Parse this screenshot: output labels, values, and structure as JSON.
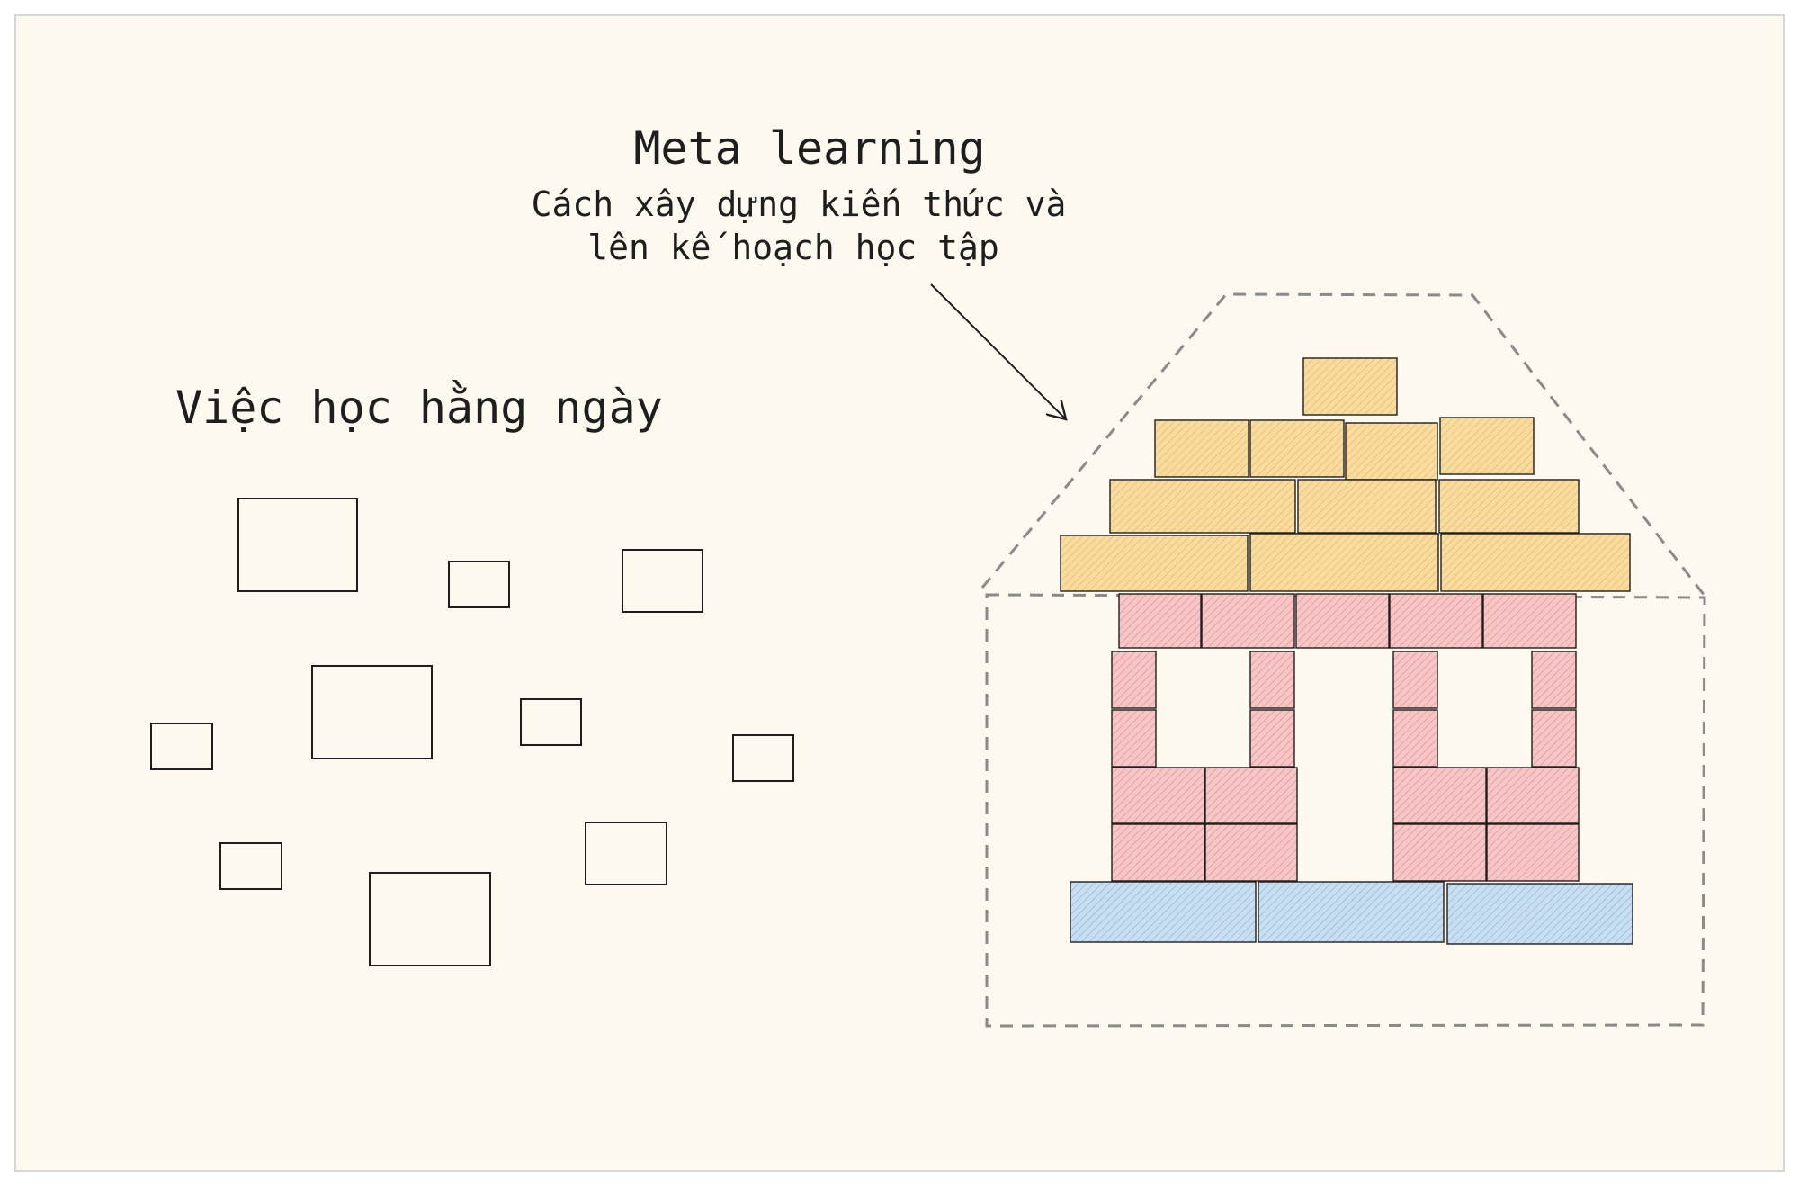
{
  "title": "Meta learning",
  "subtitle_lines": [
    "Cách xây dựng kiến thức và",
    "lên kế hoạch học tập"
  ],
  "left_label": "Việc học hằng ngày",
  "colors": {
    "background": "#fdf9ef",
    "border": "#d6d6d6",
    "stroke": "#1e1e1e",
    "dashed_outline": "#8a8a8a",
    "roof_bricks": "#f8dca0",
    "wall_bricks": "#f7c3c3",
    "foundation_bricks": "#c6dcef"
  },
  "icons": [
    "arrow-icon"
  ]
}
